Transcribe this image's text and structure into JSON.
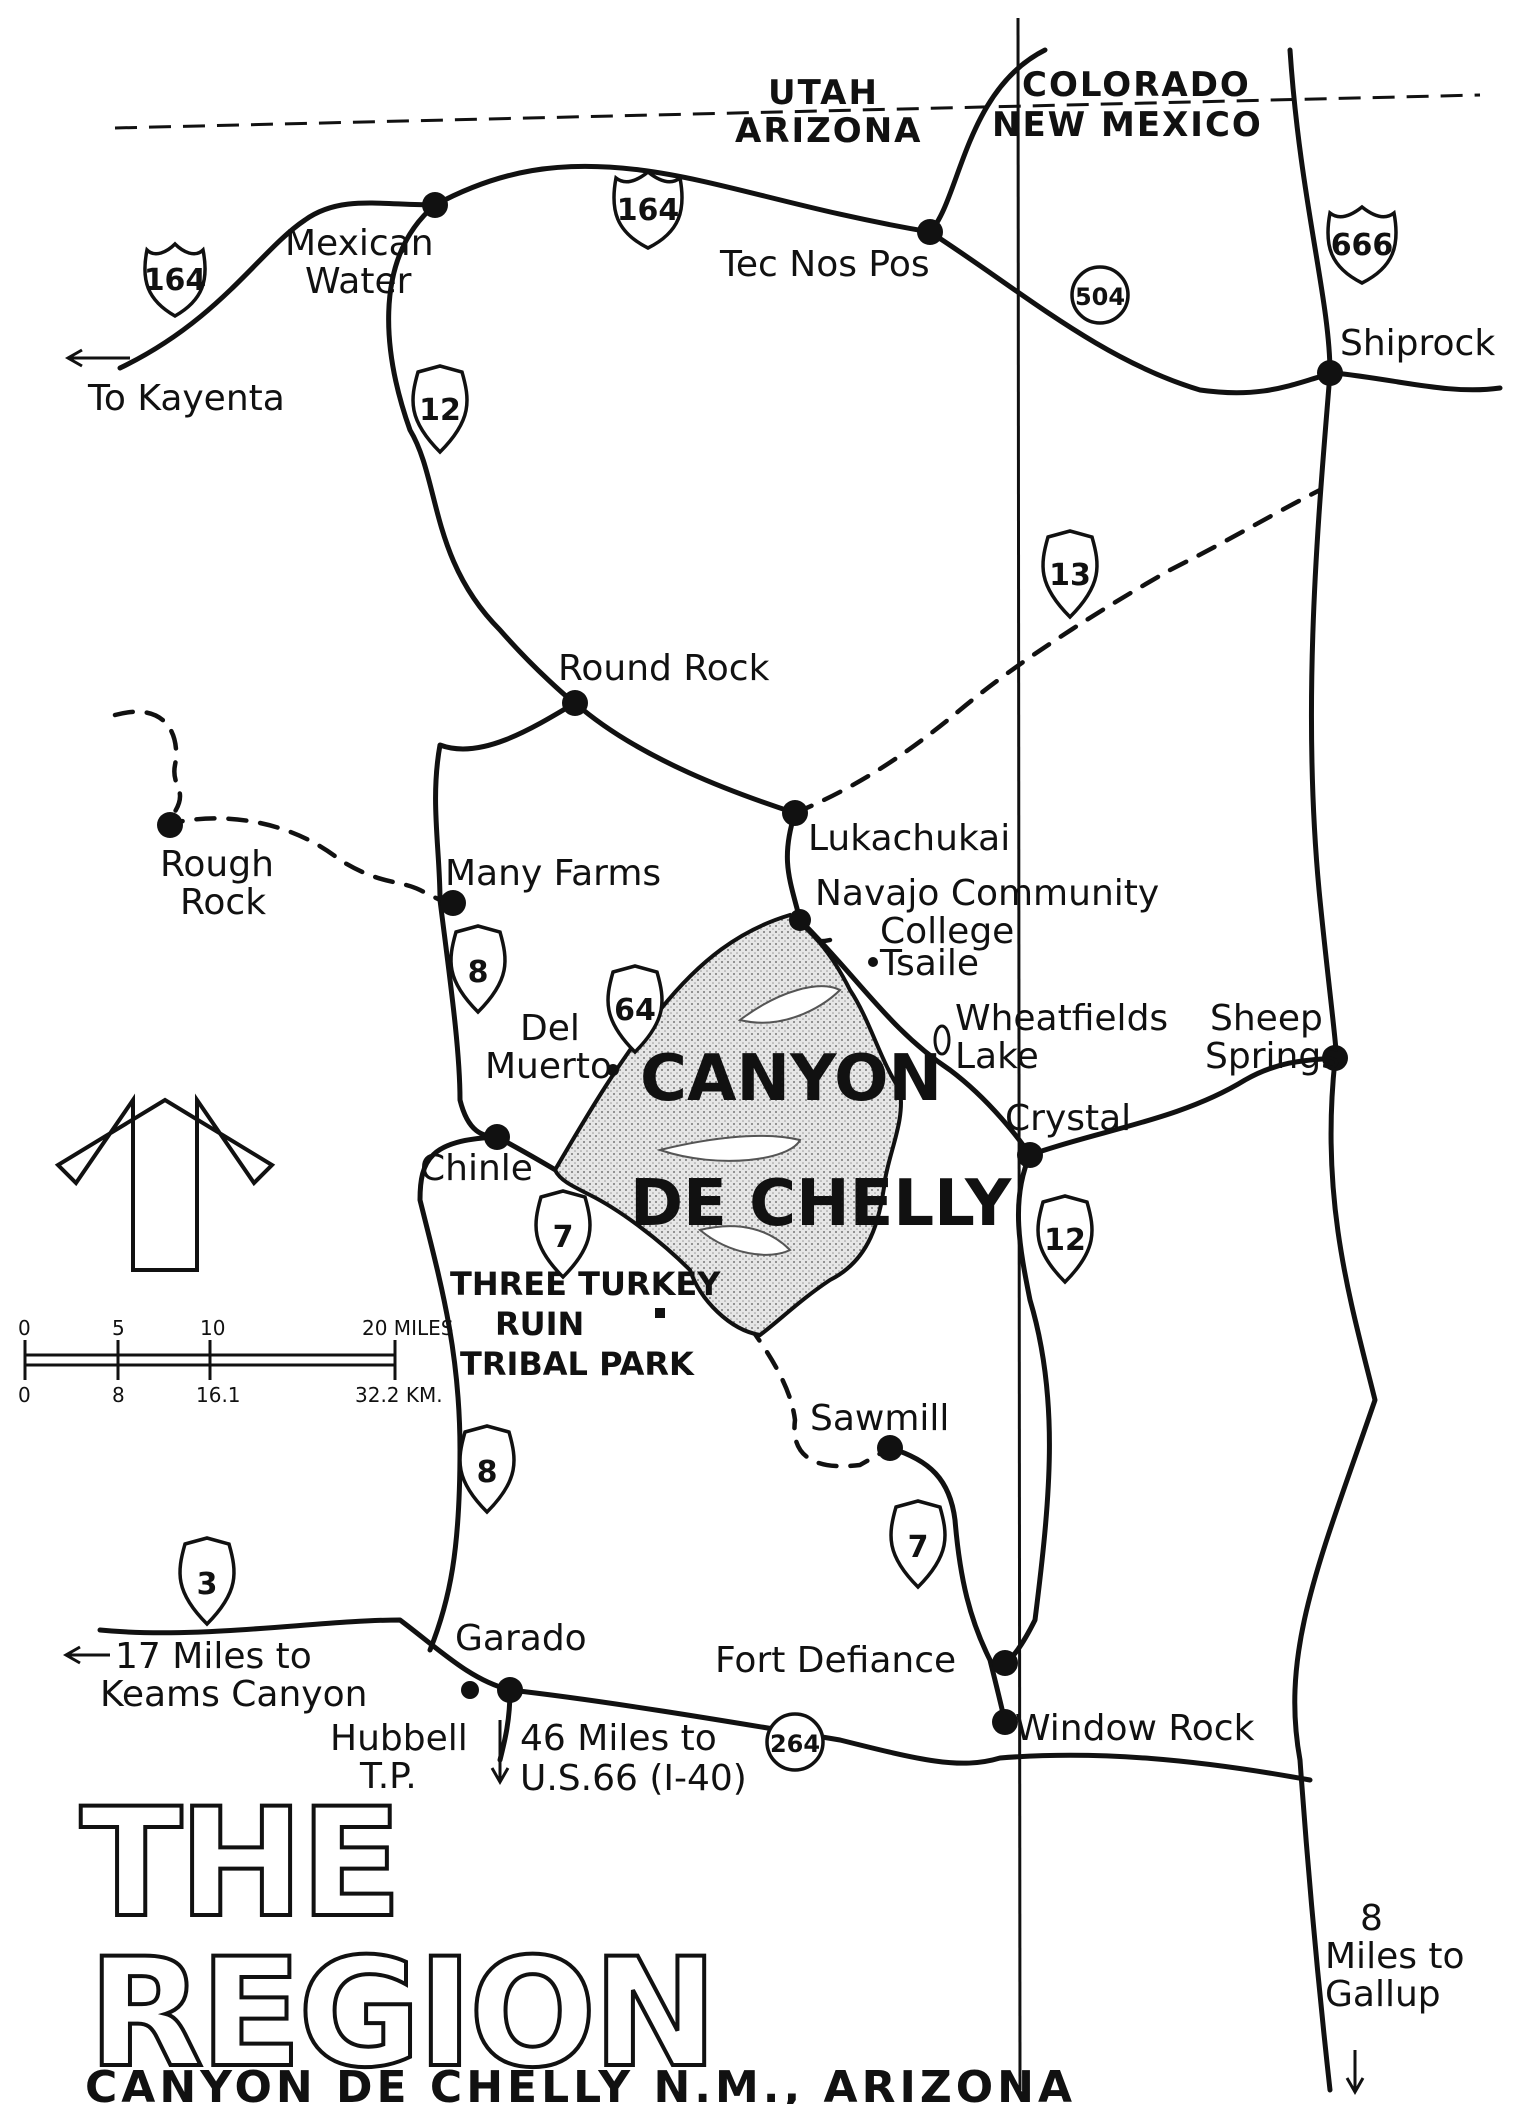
{
  "states": {
    "utah": "UTAH",
    "arizona": "ARIZONA",
    "colorado": "COLORADO",
    "new_mexico": "NEW MEXICO"
  },
  "towns": {
    "mexican_water": [
      "Mexican",
      "Water"
    ],
    "tec_nos_pos": "Tec Nos Pos",
    "shiprock": "Shiprock",
    "round_rock": "Round Rock",
    "lukachukai": "Lukachukai",
    "rough_rock": [
      "Rough",
      "Rock"
    ],
    "many_farms": "Many Farms",
    "navajo_college": [
      "Navajo Community",
      "College"
    ],
    "tsaile": "Tsaile",
    "wheatfields": [
      "Wheatfields",
      "Lake"
    ],
    "sheep_springs": [
      "Sheep",
      "Springs"
    ],
    "del_muerto": [
      "Del",
      "Muerto"
    ],
    "chinle": "Chinle",
    "crystal": "Crystal",
    "sawmill": "Sawmill",
    "garado": "Garado",
    "fort_defiance": "Fort Defiance",
    "window_rock": "Window Rock",
    "hubbell": [
      "Hubbell",
      "T.P."
    ]
  },
  "directions": {
    "to_kayenta": "To Kayenta",
    "to_keams": [
      "17 Miles to",
      "Keams Canyon"
    ],
    "to_us66": [
      "46 Miles to",
      "U.S.66 (I-40)"
    ],
    "to_gallup": [
      "8",
      "Miles to",
      "Gallup"
    ]
  },
  "canyon": [
    "CANYON",
    "DE CHELLY"
  ],
  "park": [
    "THREE TURKEY",
    "RUIN",
    "TRIBAL PARK"
  ],
  "shields": {
    "us164_a": "164",
    "us164_b": "164",
    "us666": "666",
    "az12_a": "12",
    "az12_b": "12",
    "az13": "13",
    "az8_a": "8",
    "az8_b": "8",
    "az64": "64",
    "az7_a": "7",
    "az7_b": "7",
    "az3": "3",
    "nm504": "504",
    "r264": "264"
  },
  "scale": {
    "miles": [
      "0",
      "5",
      "10",
      "20 MILES"
    ],
    "km": [
      "0",
      "8",
      "16.1",
      "32.2 KM."
    ]
  },
  "title": {
    "line1": "THE",
    "line2": "REGION",
    "subtitle": "CANYON DE CHELLY N.M., ARIZONA"
  }
}
